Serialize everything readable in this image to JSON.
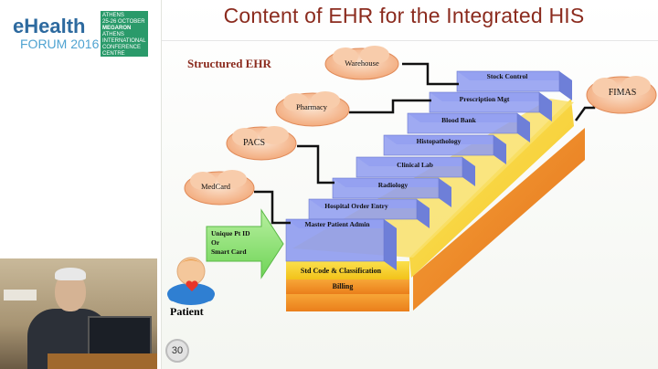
{
  "conference": {
    "logo_main": "eHealth",
    "logo_sub": "FORUM 2016",
    "location": "ATHENS",
    "dates": "25-26 OCTOBER",
    "venue": "MEGARON",
    "venue_detail": "ATHENS INTERNATIONAL CONFERENCE CENTRE"
  },
  "slide": {
    "title": "Content of EHR for the Integrated HIS",
    "subtitle": "Structured EHR",
    "page_number": "30"
  },
  "diagram": {
    "clouds": [
      "Warehouse",
      "Pharmacy",
      "PACS",
      "MedCard",
      "FIMAS"
    ],
    "stack_layers": [
      "Stock Control",
      "Prescription Mgt",
      "Blood Bank",
      "Histopathology",
      "Clinical Lab",
      "Radiology",
      "Hospital Order Entry",
      "Master Patient Admin"
    ],
    "base_layers": [
      "Std Code & Classification",
      "Billing"
    ],
    "arrow_label_lines": [
      "Unique Pt ID",
      "Or",
      "Smart Card"
    ],
    "patient_label": "Patient"
  },
  "colors": {
    "title": "#8b2b1e",
    "box_fill": "#8e9bf0",
    "base_yellow": "#f7d23a",
    "base_orange": "#f29a2a",
    "cloud_fill": "#f6b98e",
    "arrow_green": "#8fe07a"
  }
}
